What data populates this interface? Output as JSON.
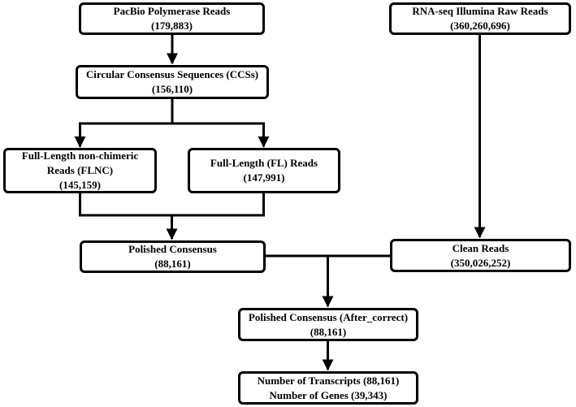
{
  "figure": {
    "type": "flowchart",
    "colors": {
      "ink": "#000000",
      "background": "#ffffff"
    },
    "nodes": [
      {
        "id": "pacbio-polymerase-reads",
        "lines": [
          "PacBio Polymerase Reads",
          "(179,883)"
        ]
      },
      {
        "id": "rnaseq-illumina-raw-reads",
        "lines": [
          "RNA-seq Illumina Raw Reads",
          "(360,260,696)"
        ]
      },
      {
        "id": "circular-consensus-sequences",
        "lines": [
          "Circular Consensus Sequences (CCSs)",
          "(156,110)"
        ]
      },
      {
        "id": "full-length-non-chimeric-reads",
        "lines": [
          "Full-Length non-chimeric",
          "Reads (FLNC)",
          "(145,159)"
        ]
      },
      {
        "id": "full-length-fl-reads",
        "lines": [
          "Full-Length (FL) Reads",
          "(147,991)"
        ]
      },
      {
        "id": "polished-consensus",
        "lines": [
          "Polished Consensus",
          "(88,161)"
        ]
      },
      {
        "id": "clean-reads",
        "lines": [
          "Clean Reads",
          "(350,026,252)"
        ]
      },
      {
        "id": "polished-consensus-after-correct",
        "lines": [
          "Polished Consensus (After_correct)",
          "(88,161)"
        ]
      },
      {
        "id": "transcripts-and-genes",
        "lines": [
          "Number of Transcripts (88,161)",
          "Number of Genes (39,343)"
        ]
      }
    ]
  }
}
